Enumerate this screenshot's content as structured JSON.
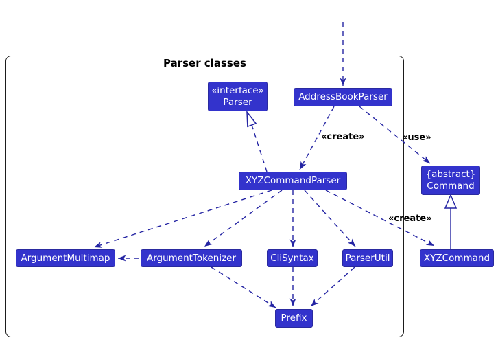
{
  "diagram": {
    "title": "Parser classes",
    "type": "uml-class-diagram"
  },
  "colors": {
    "node_fill": "#3333CC",
    "node_border": "#2A2AA0",
    "node_text": "#FFFFFF",
    "edge": "#2424A3",
    "frame_border": "#1B1B1B",
    "label_text": "#000000",
    "background": "#FFFFFF"
  },
  "nodes": {
    "parser_interface": {
      "stereotype": "«interface»",
      "name": "Parser"
    },
    "address_book_parser": {
      "name": "AddressBookParser"
    },
    "xyz_command_parser": {
      "name": "XYZCommandParser"
    },
    "command": {
      "stereotype": "{abstract}",
      "name": "Command"
    },
    "argument_multimap": {
      "name": "ArgumentMultimap"
    },
    "argument_tokenizer": {
      "name": "ArgumentTokenizer"
    },
    "cli_syntax": {
      "name": "CliSyntax"
    },
    "parser_util": {
      "name": "ParserUtil"
    },
    "xyz_command": {
      "name": "XYZCommand"
    },
    "prefix": {
      "name": "Prefix"
    }
  },
  "edge_labels": {
    "create_upper": "«create»",
    "use": "«use»",
    "create_lower": "«create»"
  },
  "edges": [
    {
      "from": "external",
      "to": "AddressBookParser",
      "type": "dependency-dashed",
      "label": ""
    },
    {
      "from": "AddressBookParser",
      "to": "XYZCommandParser",
      "type": "dependency-dashed",
      "label": "«create»"
    },
    {
      "from": "AddressBookParser",
      "to": "Command",
      "type": "dependency-dashed",
      "label": "«use»"
    },
    {
      "from": "XYZCommandParser",
      "to": "Parser",
      "type": "realization-dashed-hollow-triangle",
      "label": ""
    },
    {
      "from": "XYZCommandParser",
      "to": "ArgumentMultimap",
      "type": "dependency-dashed",
      "label": ""
    },
    {
      "from": "XYZCommandParser",
      "to": "ArgumentTokenizer",
      "type": "dependency-dashed",
      "label": ""
    },
    {
      "from": "XYZCommandParser",
      "to": "CliSyntax",
      "type": "dependency-dashed",
      "label": ""
    },
    {
      "from": "XYZCommandParser",
      "to": "ParserUtil",
      "type": "dependency-dashed",
      "label": ""
    },
    {
      "from": "XYZCommandParser",
      "to": "XYZCommand",
      "type": "dependency-dashed",
      "label": "«create»"
    },
    {
      "from": "ArgumentTokenizer",
      "to": "ArgumentMultimap",
      "type": "dependency-dashed",
      "label": ""
    },
    {
      "from": "ArgumentTokenizer",
      "to": "Prefix",
      "type": "dependency-dashed",
      "label": ""
    },
    {
      "from": "CliSyntax",
      "to": "Prefix",
      "type": "dependency-dashed",
      "label": ""
    },
    {
      "from": "ParserUtil",
      "to": "Prefix",
      "type": "dependency-dashed",
      "label": ""
    },
    {
      "from": "XYZCommand",
      "to": "Command",
      "type": "generalization-solid-hollow-triangle",
      "label": ""
    }
  ]
}
